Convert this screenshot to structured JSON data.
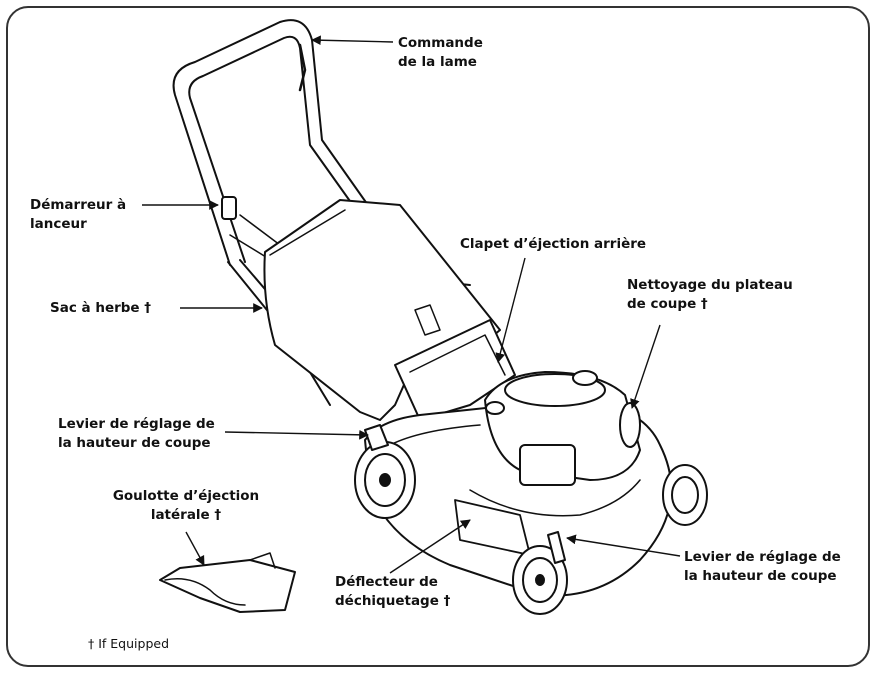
{
  "labels": {
    "blade_control": [
      "Commande",
      "de la lame"
    ],
    "recoil_starter": [
      "Démarreur à",
      "lanceur"
    ],
    "rear_discharge_door": [
      "Clapet d’éjection arrière"
    ],
    "deck_wash": [
      "Nettoyage du plateau",
      "de coupe †"
    ],
    "grass_bag": [
      "Sac à herbe †"
    ],
    "height_lever_rear": [
      "Levier de réglage de",
      "la hauteur de coupe"
    ],
    "side_discharge_chute": [
      "Goulotte d’éjection",
      "latérale †"
    ],
    "mulch_deflector": [
      "Déflecteur de",
      "déchiquetage †"
    ],
    "height_lever_front": [
      "Levier de réglage de",
      "la hauteur de coupe"
    ]
  },
  "footnote": "† If Equipped",
  "colors": {
    "ink": "#111111",
    "frame": "#333333",
    "paper": "#ffffff"
  }
}
